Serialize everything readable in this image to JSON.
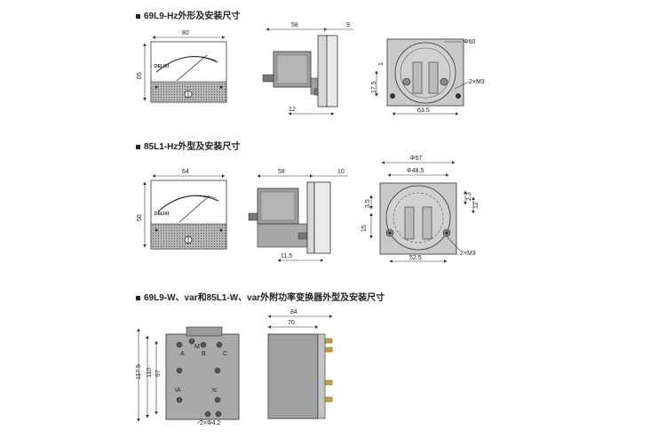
{
  "sections": [
    {
      "title": "69L9-Hz外形及安装尺寸"
    },
    {
      "title": "85L1-Hz外型及安装尺寸"
    },
    {
      "title": "69L9-W、var和85L1-W、var外附功率变换器外型及安装尺寸"
    }
  ],
  "s1": {
    "front": {
      "width": "80",
      "height": "65",
      "brand": "DELIXI"
    },
    "side": {
      "depth": "58",
      "flange": "9",
      "bottom": "12"
    },
    "rear": {
      "diameter": "Φ60",
      "offset": "1",
      "h": "17.5",
      "holes": "2×M3",
      "spacing": "63.5"
    }
  },
  "s2": {
    "front": {
      "width": "64",
      "height": "56",
      "brand": "DELIXI"
    },
    "side": {
      "depth": "58",
      "flange": "10",
      "bottom": "11.5"
    },
    "rear": {
      "outer": "Φ57",
      "inner": "Φ48.5",
      "left_top": "3.5",
      "left_bottom": "15",
      "right_top": "2.3",
      "right_mid": "12",
      "holes": "2×M3",
      "spacing": "52.5"
    }
  },
  "s3": {
    "front": {
      "h1": "117.5",
      "h2": "110",
      "h3": "97",
      "labels": [
        "A",
        "B",
        "C",
        "M",
        "IA",
        "Ic"
      ],
      "holes": "2×Φ4.2"
    },
    "side": {
      "w1": "84",
      "w2": "70"
    }
  }
}
